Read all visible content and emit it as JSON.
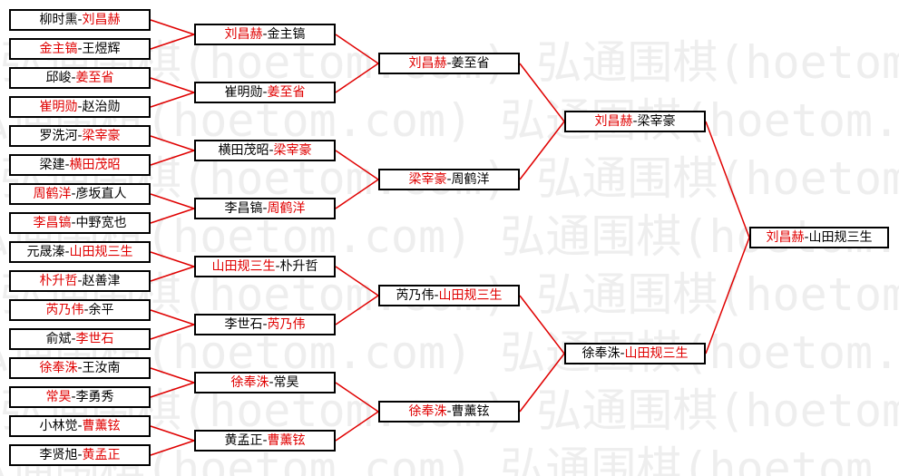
{
  "watermark": "弘通围棋(hoetom.com)",
  "colors": {
    "winner": "#e00000",
    "line": "#e00000",
    "border": "#000000"
  },
  "rounds": [
    [
      [
        {
          "t": "柳时熏"
        },
        {
          "t": "-"
        },
        {
          "t": "刘昌赫",
          "w": true
        }
      ],
      [
        {
          "t": "金主镐",
          "w": true
        },
        {
          "t": "-"
        },
        {
          "t": "王煜辉"
        }
      ],
      [
        {
          "t": "邱峻"
        },
        {
          "t": "-"
        },
        {
          "t": "姜至省",
          "w": true
        }
      ],
      [
        {
          "t": "崔明勋",
          "w": true
        },
        {
          "t": "-"
        },
        {
          "t": "赵治勋"
        }
      ],
      [
        {
          "t": "罗洗河"
        },
        {
          "t": "-"
        },
        {
          "t": "梁宰豪",
          "w": true
        }
      ],
      [
        {
          "t": "梁建"
        },
        {
          "t": "-"
        },
        {
          "t": "横田茂昭",
          "w": true
        }
      ],
      [
        {
          "t": "周鹤洋",
          "w": true
        },
        {
          "t": "-"
        },
        {
          "t": "彦坂直人"
        }
      ],
      [
        {
          "t": "李昌镐",
          "w": true
        },
        {
          "t": "-"
        },
        {
          "t": "中野宽也"
        }
      ],
      [
        {
          "t": "元晟溱"
        },
        {
          "t": "-"
        },
        {
          "t": "山田规三生",
          "w": true
        }
      ],
      [
        {
          "t": "朴升哲",
          "w": true
        },
        {
          "t": "-"
        },
        {
          "t": "赵善津"
        }
      ],
      [
        {
          "t": "芮乃伟",
          "w": true
        },
        {
          "t": "-"
        },
        {
          "t": "余平"
        }
      ],
      [
        {
          "t": "俞斌"
        },
        {
          "t": "-"
        },
        {
          "t": "李世石",
          "w": true
        }
      ],
      [
        {
          "t": "徐奉洙",
          "w": true
        },
        {
          "t": "-"
        },
        {
          "t": "王汝南"
        }
      ],
      [
        {
          "t": "常昊",
          "w": true
        },
        {
          "t": "-"
        },
        {
          "t": "李勇秀"
        }
      ],
      [
        {
          "t": "小林觉"
        },
        {
          "t": "-"
        },
        {
          "t": "曹薰铉",
          "w": true
        }
      ],
      [
        {
          "t": "李贤旭"
        },
        {
          "t": "-"
        },
        {
          "t": "黄孟正",
          "w": true
        }
      ]
    ],
    [
      [
        {
          "t": "刘昌赫",
          "w": true
        },
        {
          "t": "-"
        },
        {
          "t": "金主镐"
        }
      ],
      [
        {
          "t": "崔明勋"
        },
        {
          "t": "-"
        },
        {
          "t": "姜至省",
          "w": true
        }
      ],
      [
        {
          "t": "横田茂昭"
        },
        {
          "t": "-"
        },
        {
          "t": "梁宰豪",
          "w": true
        }
      ],
      [
        {
          "t": "李昌镐"
        },
        {
          "t": "-"
        },
        {
          "t": "周鹤洋",
          "w": true
        }
      ],
      [
        {
          "t": "山田规三生",
          "w": true
        },
        {
          "t": "-"
        },
        {
          "t": "朴升哲"
        }
      ],
      [
        {
          "t": "李世石"
        },
        {
          "t": "-"
        },
        {
          "t": "芮乃伟",
          "w": true
        }
      ],
      [
        {
          "t": "徐奉洙",
          "w": true
        },
        {
          "t": "-"
        },
        {
          "t": "常昊"
        }
      ],
      [
        {
          "t": "黄孟正"
        },
        {
          "t": "-"
        },
        {
          "t": "曹薰铉",
          "w": true
        }
      ]
    ],
    [
      [
        {
          "t": "刘昌赫",
          "w": true
        },
        {
          "t": "-"
        },
        {
          "t": "姜至省"
        }
      ],
      [
        {
          "t": "梁宰豪",
          "w": true
        },
        {
          "t": "-"
        },
        {
          "t": "周鹤洋"
        }
      ],
      [
        {
          "t": "芮乃伟"
        },
        {
          "t": "-"
        },
        {
          "t": "山田规三生",
          "w": true
        }
      ],
      [
        {
          "t": "徐奉洙",
          "w": true
        },
        {
          "t": "-"
        },
        {
          "t": "曹薰铉"
        }
      ]
    ],
    [
      [
        {
          "t": "刘昌赫",
          "w": true
        },
        {
          "t": "-"
        },
        {
          "t": "梁宰豪"
        }
      ],
      [
        {
          "t": "徐奉洙"
        },
        {
          "t": "-"
        },
        {
          "t": "山田规三生",
          "w": true
        }
      ]
    ],
    [
      [
        {
          "t": "刘昌赫",
          "w": true
        },
        {
          "t": "-"
        },
        {
          "t": "山田规三生"
        }
      ]
    ]
  ]
}
